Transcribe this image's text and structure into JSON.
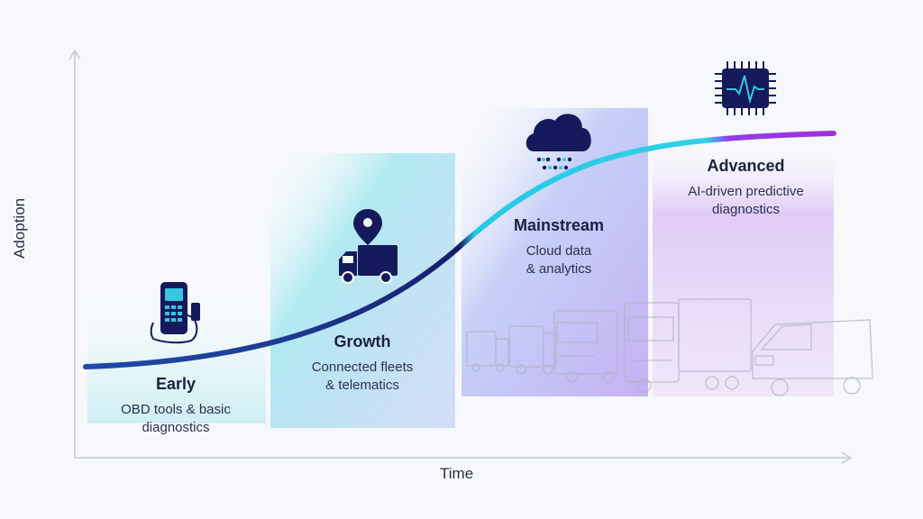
{
  "axes": {
    "x_label": "Time",
    "y_label": "Adoption"
  },
  "stages": [
    {
      "title": "Early",
      "description": "OBD tools & basic\ndiagnostics",
      "icon": "obd-scanner-icon"
    },
    {
      "title": "Growth",
      "description": "Connected fleets\n& telematics",
      "icon": "location-truck-icon"
    },
    {
      "title": "Mainstream",
      "description": "Cloud data\n& analytics",
      "icon": "cloud-data-icon"
    },
    {
      "title": "Advanced",
      "description": "AI-driven predictive\ndiagnostics",
      "icon": "ai-chip-icon"
    }
  ],
  "colors": {
    "curve_start": "#1a3a9a",
    "curve_mid": "#16206b",
    "curve_cyan": "#27c9e6",
    "curve_end": "#9b2ee0",
    "early_band": "#d6f3f5",
    "growth_band": "#a8e8ef",
    "mainstream_band": "#b7b3f0",
    "advanced_band": "#d7b6f2",
    "icon_navy": "#141a5c"
  }
}
